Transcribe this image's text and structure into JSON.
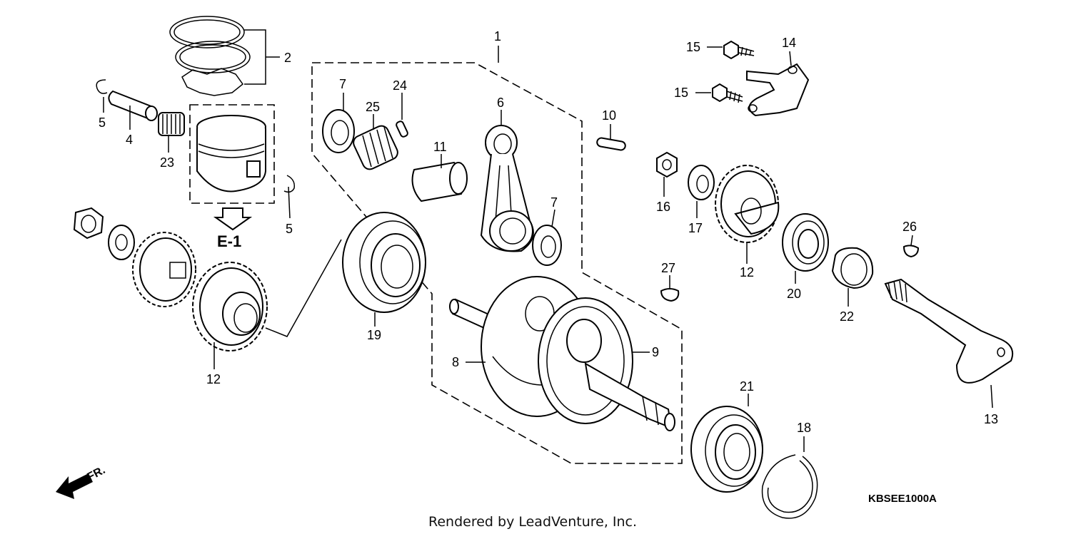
{
  "diagram": {
    "part_labels": {
      "p1": "1",
      "p2": "2",
      "p4": "4",
      "p5a": "5",
      "p5b": "5",
      "p6": "6",
      "p7a": "7",
      "p7b": "7",
      "p8": "8",
      "p9": "9",
      "p10": "10",
      "p11": "11",
      "p12a": "12",
      "p12b": "12",
      "p13": "13",
      "p14": "14",
      "p15a": "15",
      "p15b": "15",
      "p16": "16",
      "p17": "17",
      "p18": "18",
      "p19": "19",
      "p20": "20",
      "p21": "21",
      "p22": "22",
      "p23": "23",
      "p24": "24",
      "p25": "25",
      "p26": "26",
      "p27": "27"
    },
    "reference_label": "E-1",
    "direction_label": "FR.",
    "drawing_code": "KBSEE1000A",
    "credit": "Rendered by LeadVenture, Inc."
  }
}
